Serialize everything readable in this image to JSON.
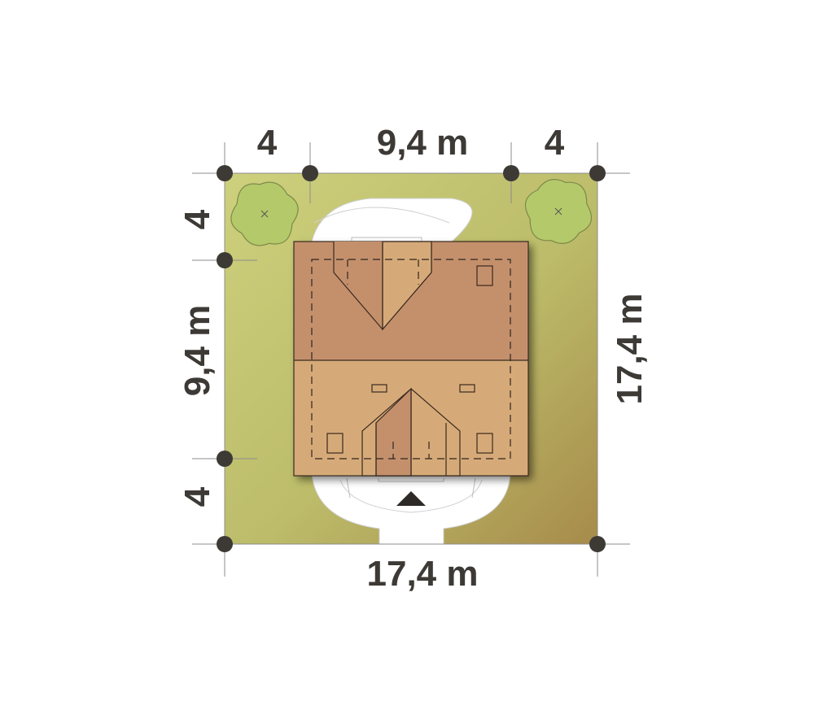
{
  "plot": {
    "dimensions": {
      "top_left_setback": "4",
      "top_house_width": "9,4 m",
      "top_right_setback": "4",
      "left_top_setback": "4",
      "left_house_depth": "9,4 m",
      "left_bottom_setback": "4",
      "right_total_depth": "17,4 m",
      "bottom_total_width": "17,4 m"
    },
    "colors": {
      "lot_light": "#c9cd7a",
      "lot_dark": "#a98f4c",
      "roof_dark": "#c4906c",
      "roof_light": "#d6aa78",
      "tree": "#b6c86b",
      "paving": "#ffffff",
      "node": "#3d3a36"
    },
    "icons": {
      "trees": [
        "tree-icon",
        "tree-icon"
      ],
      "entrance": "entrance-triangle-icon"
    }
  }
}
